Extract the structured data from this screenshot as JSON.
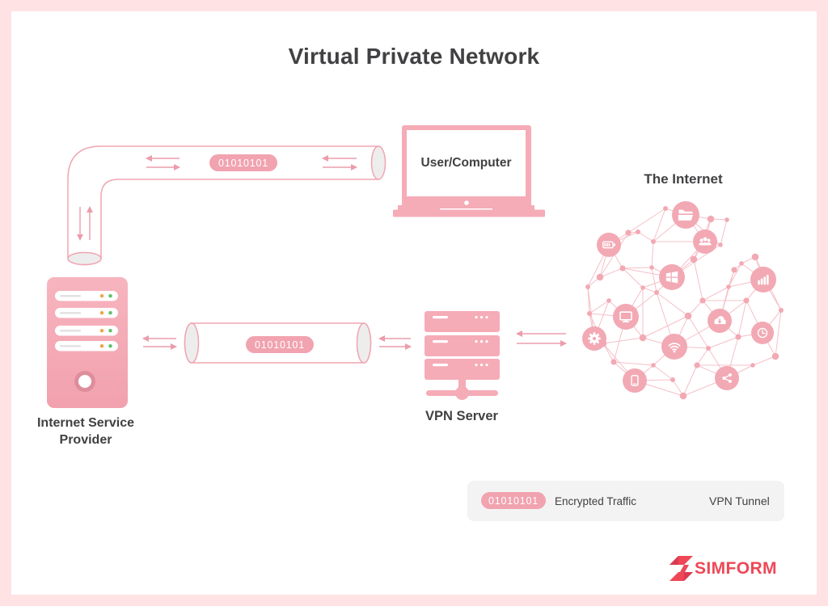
{
  "title": "Virtual Private Network",
  "nodes": {
    "user_computer": {
      "label": "User/Computer"
    },
    "isp": {
      "label": "Internet Service Provider"
    },
    "vpn_server": {
      "label": "VPN Server"
    },
    "internet": {
      "label": "The Internet"
    }
  },
  "tunnels": {
    "top_pill": "01010101",
    "middle_pill": "01010101"
  },
  "internet_icons": [
    "folder-icon",
    "users-icon",
    "battery-icon",
    "windows-icon",
    "bar-chart-icon",
    "monitor-icon",
    "cloud-download-icon",
    "clock-icon",
    "gear-icon",
    "wifi-icon",
    "smartphone-icon",
    "share-icon"
  ],
  "legend": {
    "pill": "01010101",
    "encrypted_label": "Encrypted Traffic",
    "tunnel_label": "VPN Tunnel"
  },
  "branding": {
    "logo_text": "SIMFORM"
  },
  "colors": {
    "frame": "#ffe2e4",
    "pink_fill": "#f5acb7",
    "pink_icon": "#f2a9b4",
    "tunnel_stroke": "#f0a5b1",
    "globe_line": "#f5c0c9",
    "arrow": "#eb9dab",
    "pill": "#f1a3af",
    "ring": "#de8d9c",
    "accent_red": "#ee4757",
    "text": "#414042",
    "legend_bg": "#f3f3f3",
    "led_orange": "#f0a443",
    "led_green": "#62bd6a"
  }
}
